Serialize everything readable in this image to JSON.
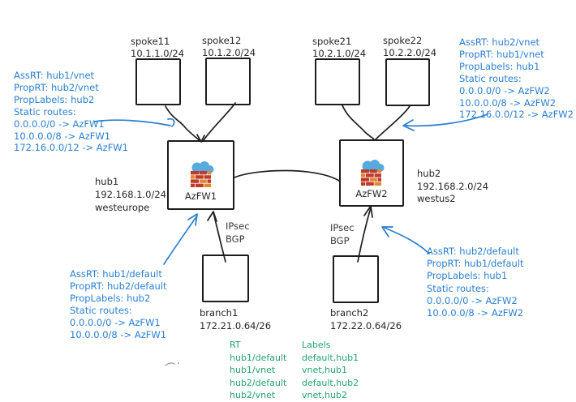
{
  "colors": {
    "ink": "#1c1c1c",
    "annotation_blue": "#2b7fd0",
    "table_green": "#23a36d",
    "cloud_blue": "#55abdd",
    "brick_red": "#bf3a2b",
    "brick_orange": "#e2862f"
  },
  "spokes": [
    {
      "name": "spoke11",
      "cidr": "10.1.1.0/24"
    },
    {
      "name": "spoke12",
      "cidr": "10.1.2.0/24"
    },
    {
      "name": "spoke21",
      "cidr": "10.2.1.0/24"
    },
    {
      "name": "spoke22",
      "cidr": "10.2.2.0/24"
    }
  ],
  "hubs": [
    {
      "name": "hub1",
      "cidr": "192.168.1.0/24",
      "region": "westeurope",
      "firewall": "AzFW1"
    },
    {
      "name": "hub2",
      "cidr": "192.168.2.0/24",
      "region": "westus2",
      "firewall": "AzFW2"
    }
  ],
  "branches": [
    {
      "name": "branch1",
      "cidr": "172.21.0.64/26"
    },
    {
      "name": "branch2",
      "cidr": "172.22.0.64/26"
    }
  ],
  "tunnel_labels": {
    "left": {
      "line1": "IPsec",
      "line2": "BGP"
    },
    "right": {
      "line1": "IPsec",
      "line2": "BGP"
    }
  },
  "annotations": {
    "spoke_group1": {
      "lines": [
        "AssRT: hub1/vnet",
        "PropRT: hub2/vnet",
        "PropLabels: hub2",
        "Static routes:",
        "0.0.0.0/0 -> AzFW1",
        "10.0.0.0/8 -> AzFW1",
        "172.16.0.0/12 -> AzFW1"
      ]
    },
    "spoke_group2": {
      "lines": [
        "AssRT: hub2/vnet",
        "PropRT: hub1/vnet",
        "PropLabels: hub1",
        "Static routes:",
        "0.0.0.0/0 -> AzFW2",
        "10.0.0.0/8 -> AzFW2",
        "172.16.0.0/12 -> AzFW2"
      ]
    },
    "branch1": {
      "lines": [
        "AssRT: hub1/default",
        "PropRT: hub2/default",
        "PropLabels: hub2",
        "Static routes:",
        "0.0.0.0/0 -> AzFW1",
        "10.0.0.0/8 -> AzFW1"
      ]
    },
    "branch2": {
      "lines": [
        "AssRT: hub2/default",
        "PropRT: hub1/default",
        "PropLabels: hub1",
        "Static routes:",
        "0.0.0.0/0 -> AzFW2",
        "10.0.0.0/8 -> AzFW2"
      ]
    }
  },
  "route_table": {
    "headers": {
      "rt": "RT",
      "labels": "Labels"
    },
    "rows": [
      {
        "rt": "hub1/default",
        "labels": "default,hub1"
      },
      {
        "rt": "hub1/vnet",
        "labels": "vnet,hub1"
      },
      {
        "rt": "hub2/default",
        "labels": "default,hub2"
      },
      {
        "rt": "hub2/vnet",
        "labels": "vnet,hub2"
      }
    ]
  }
}
